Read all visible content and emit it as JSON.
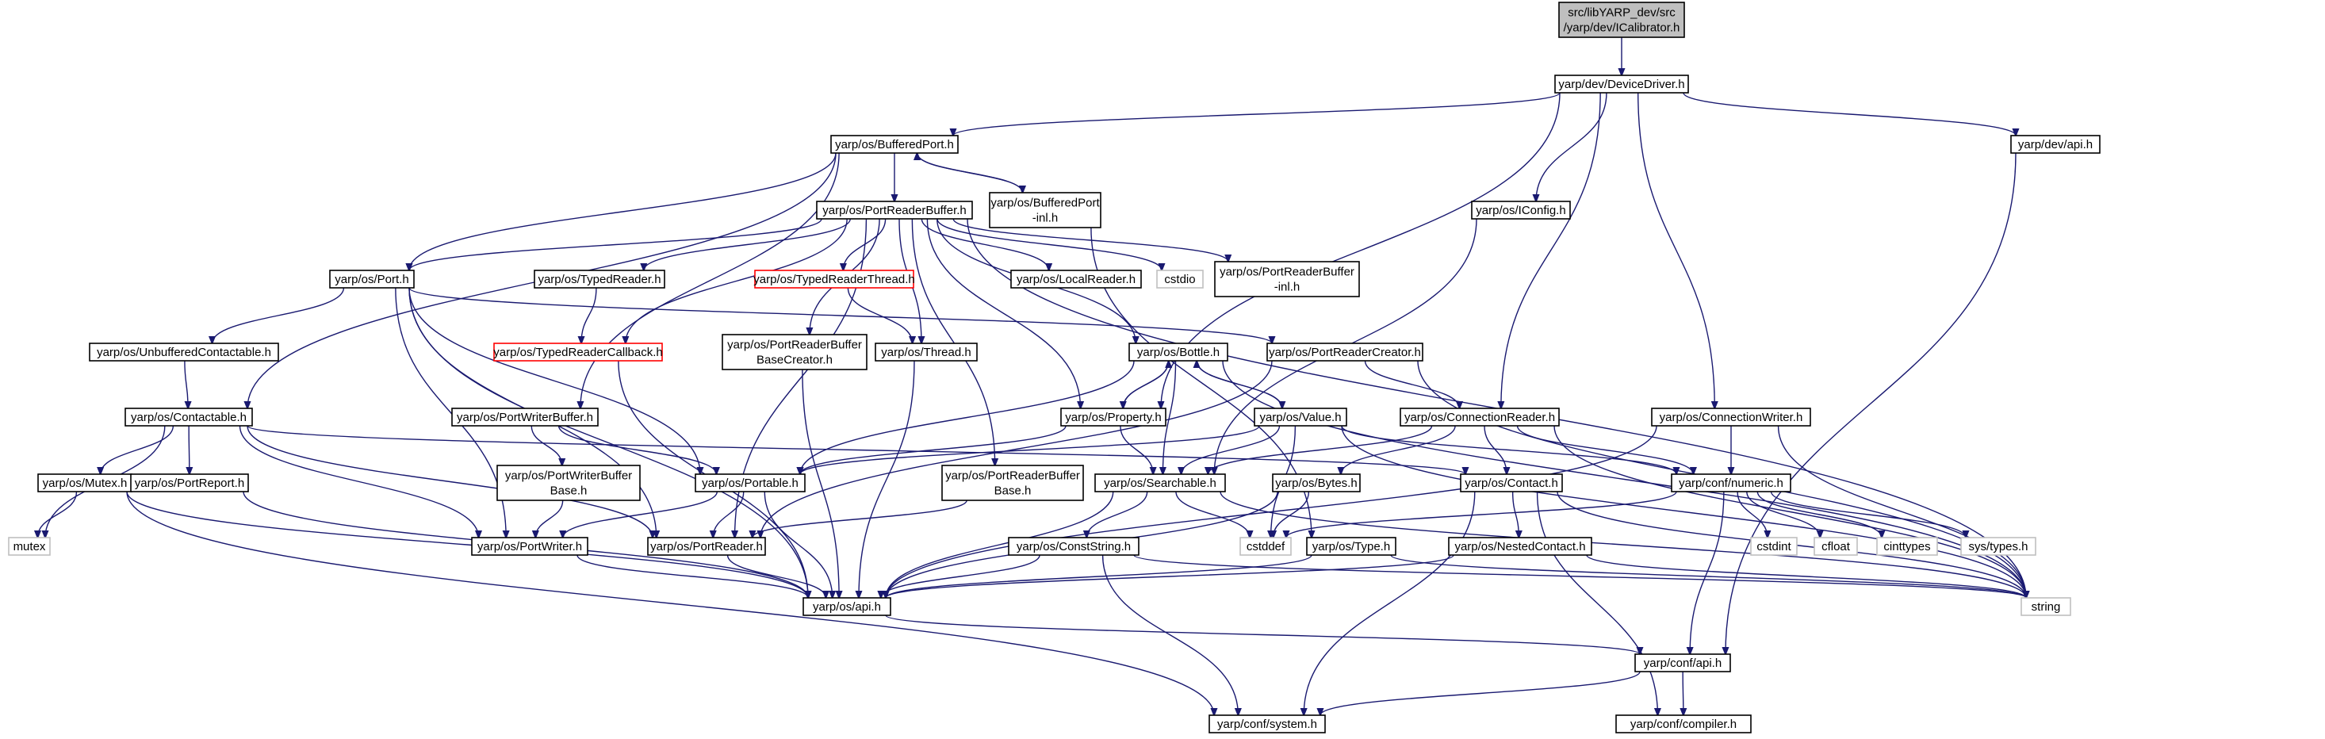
{
  "diagram": {
    "nodes": [
      {
        "id": "root",
        "lines": [
          "src/libYARP_dev/src",
          "/yarp/dev/ICalibrator.h"
        ],
        "style": "root"
      },
      {
        "id": "devicedriver",
        "lines": [
          "yarp/dev/DeviceDriver.h"
        ],
        "style": "normal"
      },
      {
        "id": "bufferedport",
        "lines": [
          "yarp/os/BufferedPort.h"
        ],
        "style": "normal"
      },
      {
        "id": "devapi",
        "lines": [
          "yarp/dev/api.h"
        ],
        "style": "normal"
      },
      {
        "id": "portreaderbuffer",
        "lines": [
          "yarp/os/PortReaderBuffer.h"
        ],
        "style": "normal"
      },
      {
        "id": "bufferedportinl",
        "lines": [
          "yarp/os/BufferedPort",
          "-inl.h"
        ],
        "style": "normal"
      },
      {
        "id": "iconfig",
        "lines": [
          "yarp/os/IConfig.h"
        ],
        "style": "normal"
      },
      {
        "id": "port",
        "lines": [
          "yarp/os/Port.h"
        ],
        "style": "normal"
      },
      {
        "id": "typedreader",
        "lines": [
          "yarp/os/TypedReader.h"
        ],
        "style": "normal"
      },
      {
        "id": "typedreaderthread",
        "lines": [
          "yarp/os/TypedReaderThread.h"
        ],
        "style": "red"
      },
      {
        "id": "localreader",
        "lines": [
          "yarp/os/LocalReader.h"
        ],
        "style": "normal"
      },
      {
        "id": "cstdio",
        "lines": [
          "cstdio"
        ],
        "style": "gray"
      },
      {
        "id": "portreaderbufferinl",
        "lines": [
          "yarp/os/PortReaderBuffer",
          "-inl.h"
        ],
        "style": "normal"
      },
      {
        "id": "unbufferedcontactable",
        "lines": [
          "yarp/os/UnbufferedContactable.h"
        ],
        "style": "normal"
      },
      {
        "id": "typedreadercallback",
        "lines": [
          "yarp/os/TypedReaderCallback.h"
        ],
        "style": "red"
      },
      {
        "id": "portreaderbufferbasecreator",
        "lines": [
          "yarp/os/PortReaderBuffer",
          "BaseCreator.h"
        ],
        "style": "normal"
      },
      {
        "id": "thread",
        "lines": [
          "yarp/os/Thread.h"
        ],
        "style": "normal"
      },
      {
        "id": "bottle",
        "lines": [
          "yarp/os/Bottle.h"
        ],
        "style": "normal"
      },
      {
        "id": "portreadercreator",
        "lines": [
          "yarp/os/PortReaderCreator.h"
        ],
        "style": "normal"
      },
      {
        "id": "contactable",
        "lines": [
          "yarp/os/Contactable.h"
        ],
        "style": "normal"
      },
      {
        "id": "portwriterbuffer",
        "lines": [
          "yarp/os/PortWriterBuffer.h"
        ],
        "style": "normal"
      },
      {
        "id": "property",
        "lines": [
          "yarp/os/Property.h"
        ],
        "style": "normal"
      },
      {
        "id": "value",
        "lines": [
          "yarp/os/Value.h"
        ],
        "style": "normal"
      },
      {
        "id": "connectionreader",
        "lines": [
          "yarp/os/ConnectionReader.h"
        ],
        "style": "normal"
      },
      {
        "id": "connectionwriter",
        "lines": [
          "yarp/os/ConnectionWriter.h"
        ],
        "style": "normal"
      },
      {
        "id": "mutex",
        "lines": [
          "yarp/os/Mutex.h"
        ],
        "style": "normal"
      },
      {
        "id": "portreport",
        "lines": [
          "yarp/os/PortReport.h"
        ],
        "style": "normal"
      },
      {
        "id": "portwriterbufferbase",
        "lines": [
          "yarp/os/PortWriterBuffer",
          "Base.h"
        ],
        "style": "normal"
      },
      {
        "id": "portable",
        "lines": [
          "yarp/os/Portable.h"
        ],
        "style": "normal"
      },
      {
        "id": "portreaderbufferbase",
        "lines": [
          "yarp/os/PortReaderBuffer",
          "Base.h"
        ],
        "style": "normal"
      },
      {
        "id": "searchable",
        "lines": [
          "yarp/os/Searchable.h"
        ],
        "style": "normal"
      },
      {
        "id": "bytes",
        "lines": [
          "yarp/os/Bytes.h"
        ],
        "style": "normal"
      },
      {
        "id": "contact",
        "lines": [
          "yarp/os/Contact.h"
        ],
        "style": "normal"
      },
      {
        "id": "numeric",
        "lines": [
          "yarp/conf/numeric.h"
        ],
        "style": "normal"
      },
      {
        "id": "mutexstd",
        "lines": [
          "mutex"
        ],
        "style": "gray"
      },
      {
        "id": "portwriter",
        "lines": [
          "yarp/os/PortWriter.h"
        ],
        "style": "normal"
      },
      {
        "id": "portreader",
        "lines": [
          "yarp/os/PortReader.h"
        ],
        "style": "normal"
      },
      {
        "id": "conststring",
        "lines": [
          "yarp/os/ConstString.h"
        ],
        "style": "normal"
      },
      {
        "id": "cstddef",
        "lines": [
          "cstddef"
        ],
        "style": "gray"
      },
      {
        "id": "type",
        "lines": [
          "yarp/os/Type.h"
        ],
        "style": "normal"
      },
      {
        "id": "nestedcontact",
        "lines": [
          "yarp/os/NestedContact.h"
        ],
        "style": "normal"
      },
      {
        "id": "cstdint",
        "lines": [
          "cstdint"
        ],
        "style": "gray"
      },
      {
        "id": "cfloat",
        "lines": [
          "cfloat"
        ],
        "style": "gray"
      },
      {
        "id": "cinttypes",
        "lines": [
          "cinttypes"
        ],
        "style": "gray"
      },
      {
        "id": "systypes",
        "lines": [
          "sys/types.h"
        ],
        "style": "gray"
      },
      {
        "id": "osapi",
        "lines": [
          "yarp/os/api.h"
        ],
        "style": "normal"
      },
      {
        "id": "string",
        "lines": [
          "string"
        ],
        "style": "gray"
      },
      {
        "id": "confapi",
        "lines": [
          "yarp/conf/api.h"
        ],
        "style": "normal"
      },
      {
        "id": "system",
        "lines": [
          "yarp/conf/system.h"
        ],
        "style": "normal"
      },
      {
        "id": "compiler",
        "lines": [
          "yarp/conf/compiler.h"
        ],
        "style": "normal"
      }
    ],
    "edges": [
      [
        "root",
        "devicedriver"
      ],
      [
        "devicedriver",
        "bufferedport"
      ],
      [
        "devicedriver",
        "devapi"
      ],
      [
        "devicedriver",
        "iconfig"
      ],
      [
        "devicedriver",
        "property"
      ],
      [
        "devicedriver",
        "connectionreader"
      ],
      [
        "devicedriver",
        "connectionwriter"
      ],
      [
        "bufferedport",
        "portreaderbuffer"
      ],
      [
        "bufferedport",
        "bufferedportinl"
      ],
      [
        "bufferedport",
        "port"
      ],
      [
        "bufferedport",
        "contactable"
      ],
      [
        "bufferedport",
        "portwriterbuffer"
      ],
      [
        "bufferedportinl",
        "bufferedport"
      ],
      [
        "bufferedportinl",
        "type"
      ],
      [
        "devapi",
        "confapi"
      ],
      [
        "iconfig",
        "searchable"
      ],
      [
        "portreaderbuffer",
        "port"
      ],
      [
        "portreaderbuffer",
        "typedreader"
      ],
      [
        "portreaderbuffer",
        "typedreaderthread"
      ],
      [
        "portreaderbuffer",
        "localreader"
      ],
      [
        "portreaderbuffer",
        "cstdio"
      ],
      [
        "portreaderbuffer",
        "portreaderbufferinl"
      ],
      [
        "portreaderbuffer",
        "typedreadercallback"
      ],
      [
        "portreaderbuffer",
        "portreaderbufferbasecreator"
      ],
      [
        "portreaderbuffer",
        "thread"
      ],
      [
        "portreaderbuffer",
        "bottle"
      ],
      [
        "portreaderbuffer",
        "portreader"
      ],
      [
        "portreaderbuffer",
        "portreaderbufferbase"
      ],
      [
        "portreaderbuffer",
        "property"
      ],
      [
        "portreaderbuffer",
        "string"
      ],
      [
        "port",
        "unbufferedcontactable"
      ],
      [
        "port",
        "portreadercreator"
      ],
      [
        "port",
        "portable"
      ],
      [
        "port",
        "portwriter"
      ],
      [
        "port",
        "portreader"
      ],
      [
        "port",
        "osapi"
      ],
      [
        "typedreader",
        "typedreadercallback"
      ],
      [
        "typedreaderthread",
        "thread"
      ],
      [
        "unbufferedcontactable",
        "contactable"
      ],
      [
        "typedreadercallback",
        "osapi"
      ],
      [
        "portreaderbufferbasecreator",
        "osapi"
      ],
      [
        "thread",
        "osapi"
      ],
      [
        "bottle",
        "property"
      ],
      [
        "bottle",
        "value"
      ],
      [
        "bottle",
        "searchable"
      ],
      [
        "bottle",
        "portable"
      ],
      [
        "bottle",
        "string"
      ],
      [
        "property",
        "bottle"
      ],
      [
        "property",
        "searchable"
      ],
      [
        "property",
        "portable"
      ],
      [
        "value",
        "bottle"
      ],
      [
        "value",
        "searchable"
      ],
      [
        "value",
        "portable"
      ],
      [
        "value",
        "cstddef"
      ],
      [
        "value",
        "numeric"
      ],
      [
        "value",
        "string"
      ],
      [
        "portreadercreator",
        "connectionreader"
      ],
      [
        "portreadercreator",
        "portreader"
      ],
      [
        "portreadercreator",
        "string"
      ],
      [
        "contactable",
        "mutex"
      ],
      [
        "contactable",
        "portreport"
      ],
      [
        "contactable",
        "portwriter"
      ],
      [
        "contactable",
        "portreader"
      ],
      [
        "contactable",
        "mutexstd"
      ],
      [
        "contactable",
        "contact"
      ],
      [
        "portwriterbuffer",
        "portwriterbufferbase"
      ],
      [
        "portwriterbuffer",
        "portable"
      ],
      [
        "portwriterbufferbase",
        "portwriter"
      ],
      [
        "connectionreader",
        "searchable"
      ],
      [
        "connectionreader",
        "bytes"
      ],
      [
        "connectionreader",
        "contact"
      ],
      [
        "connectionreader",
        "numeric"
      ],
      [
        "connectionreader",
        "string"
      ],
      [
        "connectionwriter",
        "numeric"
      ],
      [
        "connectionwriter",
        "osapi"
      ],
      [
        "connectionwriter",
        "string"
      ],
      [
        "mutex",
        "mutexstd"
      ],
      [
        "mutex",
        "osapi"
      ],
      [
        "mutex",
        "system"
      ],
      [
        "portreport",
        "osapi"
      ],
      [
        "portable",
        "portwriter"
      ],
      [
        "portable",
        "portreader"
      ],
      [
        "portable",
        "osapi"
      ],
      [
        "portreaderbufferbase",
        "portreader"
      ],
      [
        "searchable",
        "conststring"
      ],
      [
        "searchable",
        "osapi"
      ],
      [
        "searchable",
        "cstddef"
      ],
      [
        "searchable",
        "string"
      ],
      [
        "bytes",
        "cstddef"
      ],
      [
        "bytes",
        "osapi"
      ],
      [
        "contact",
        "nestedcontact"
      ],
      [
        "contact",
        "string"
      ],
      [
        "contact",
        "system"
      ],
      [
        "contact",
        "compiler"
      ],
      [
        "numeric",
        "cstddef"
      ],
      [
        "numeric",
        "cstdint"
      ],
      [
        "numeric",
        "cfloat"
      ],
      [
        "numeric",
        "cinttypes"
      ],
      [
        "numeric",
        "systypes"
      ],
      [
        "numeric",
        "confapi"
      ],
      [
        "portwriter",
        "osapi"
      ],
      [
        "portreader",
        "osapi"
      ],
      [
        "conststring",
        "osapi"
      ],
      [
        "conststring",
        "system"
      ],
      [
        "conststring",
        "string"
      ],
      [
        "type",
        "osapi"
      ],
      [
        "type",
        "string"
      ],
      [
        "nestedcontact",
        "osapi"
      ],
      [
        "nestedcontact",
        "string"
      ],
      [
        "osapi",
        "confapi"
      ],
      [
        "confapi",
        "system"
      ],
      [
        "confapi",
        "compiler"
      ]
    ]
  }
}
